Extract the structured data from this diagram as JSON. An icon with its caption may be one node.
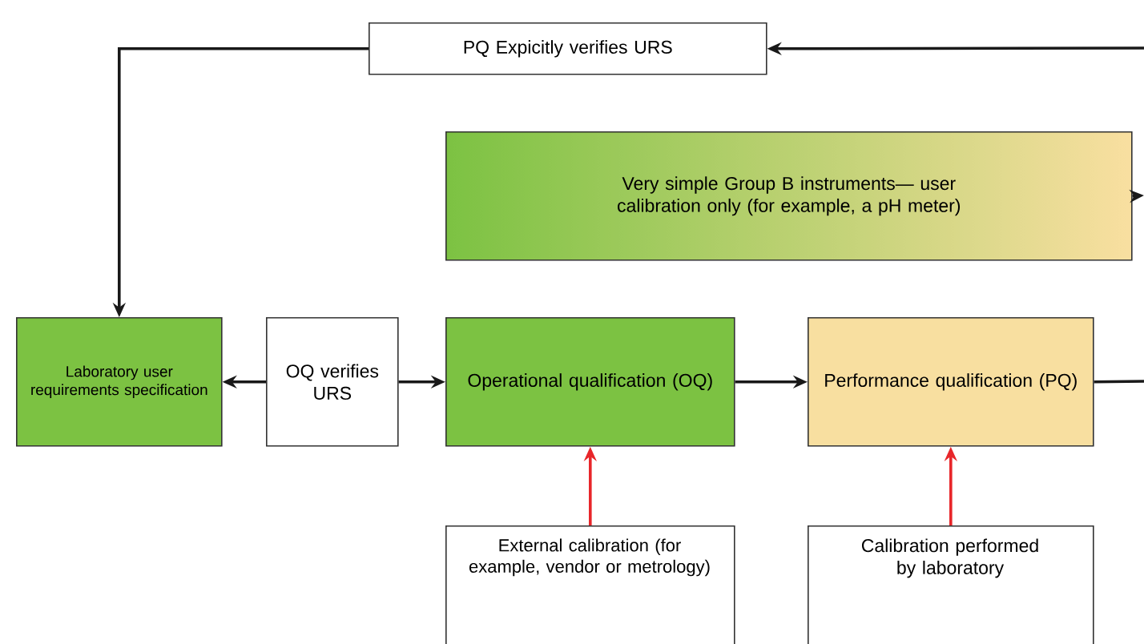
{
  "diagram": {
    "nodes": [
      {
        "text": [
          "PQ Expicitly verifies URS"
        ]
      },
      {
        "text": [
          "Very simple Group B instruments— user calibration only (for example, a pH meter)"
        ]
      },
      {
        "text": [
          "Laboratory user requirements specification"
        ]
      },
      {
        "text": [
          "OQ verifies URS"
        ]
      },
      {
        "text": [
          "Operational qualification (OQ)"
        ]
      },
      {
        "text": [
          "Performance qualification (PQ)"
        ]
      },
      {
        "text": [
          "External calibration (for example, vendor or metrology)"
        ]
      },
      {
        "text": [
          "Calibration performed by laboratory"
        ]
      }
    ],
    "edges": [
      {
        "from": null,
        "to": 0,
        "arrow": "to"
      },
      {
        "from": 0,
        "to": 2,
        "arrow": "to"
      },
      {
        "from": 1,
        "to": null,
        "arrow": "to"
      },
      {
        "from": 3,
        "to": 2,
        "arrow": "to"
      },
      {
        "from": 3,
        "to": 4,
        "arrow": "to"
      },
      {
        "from": 4,
        "to": 5,
        "arrow": "to"
      },
      {
        "from": 5,
        "to": null,
        "arrow": "none"
      },
      {
        "from": 6,
        "to": 4,
        "arrow": "to",
        "color": "#e8262a"
      },
      {
        "from": 7,
        "to": 5,
        "arrow": "to",
        "color": "#e8262a"
      }
    ]
  }
}
